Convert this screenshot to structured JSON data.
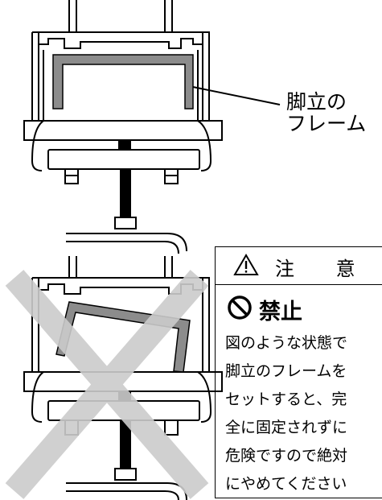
{
  "callout": {
    "lines": [
      "脚立の",
      "フレーム"
    ]
  },
  "caution": {
    "title": "注 意",
    "icon": "warning-triangle-icon",
    "prohibit": {
      "icon": "prohibition-icon",
      "label": "禁止"
    },
    "body_lines": [
      "図のような状態で",
      "脚立のフレームを",
      "セットすると、完",
      "全に固定されずに",
      "危険ですので絶対",
      "にやめてください"
    ]
  },
  "colors": {
    "frame_gray": "#8c8c8c",
    "cross_gray": "#cccccc",
    "ink": "#000000"
  }
}
